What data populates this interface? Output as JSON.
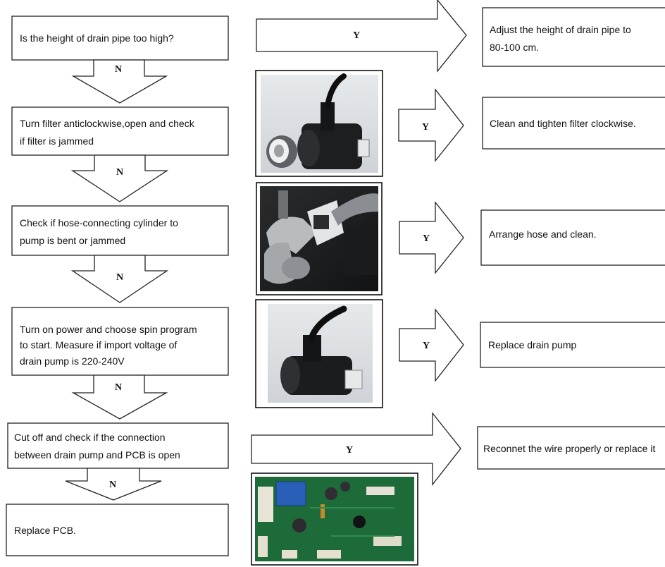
{
  "steps": [
    {
      "question": [
        "Is the height of drain pipe too high?"
      ],
      "yes": "Y",
      "no": "N",
      "action": [
        "Adjust the height of drain pipe to",
        "80-100 cm."
      ]
    },
    {
      "question": [
        "Turn filter anticlockwise,open and check",
        "if filter is jammed"
      ],
      "yes": "Y",
      "no": "N",
      "action": [
        "Clean and tighten filter clockwise."
      ]
    },
    {
      "question": [
        "Check if hose-connecting cylinder to",
        "pump is bent or jammed"
      ],
      "yes": "Y",
      "no": "N",
      "action": [
        "Arrange hose and clean."
      ]
    },
    {
      "question": [
        "Turn on power and choose spin program",
        "to start. Measure if import voltage of",
        "drain pump is 220-240V"
      ],
      "yes": "Y",
      "no": "N",
      "action": [
        "Replace drain pump"
      ]
    },
    {
      "question": [
        "Cut off and check if the connection",
        "between drain pump and PCB is open"
      ],
      "yes": "Y",
      "no": "N",
      "action": [
        "Reconnet the wire properly or replace it"
      ]
    }
  ],
  "final": [
    "Replace PCB."
  ],
  "photos": [
    {
      "name": "drain-pump-with-filter-photo"
    },
    {
      "name": "hose-connecting-cylinder-photo"
    },
    {
      "name": "drain-pump-photo"
    },
    {
      "name": "pcb-board-photo"
    }
  ]
}
